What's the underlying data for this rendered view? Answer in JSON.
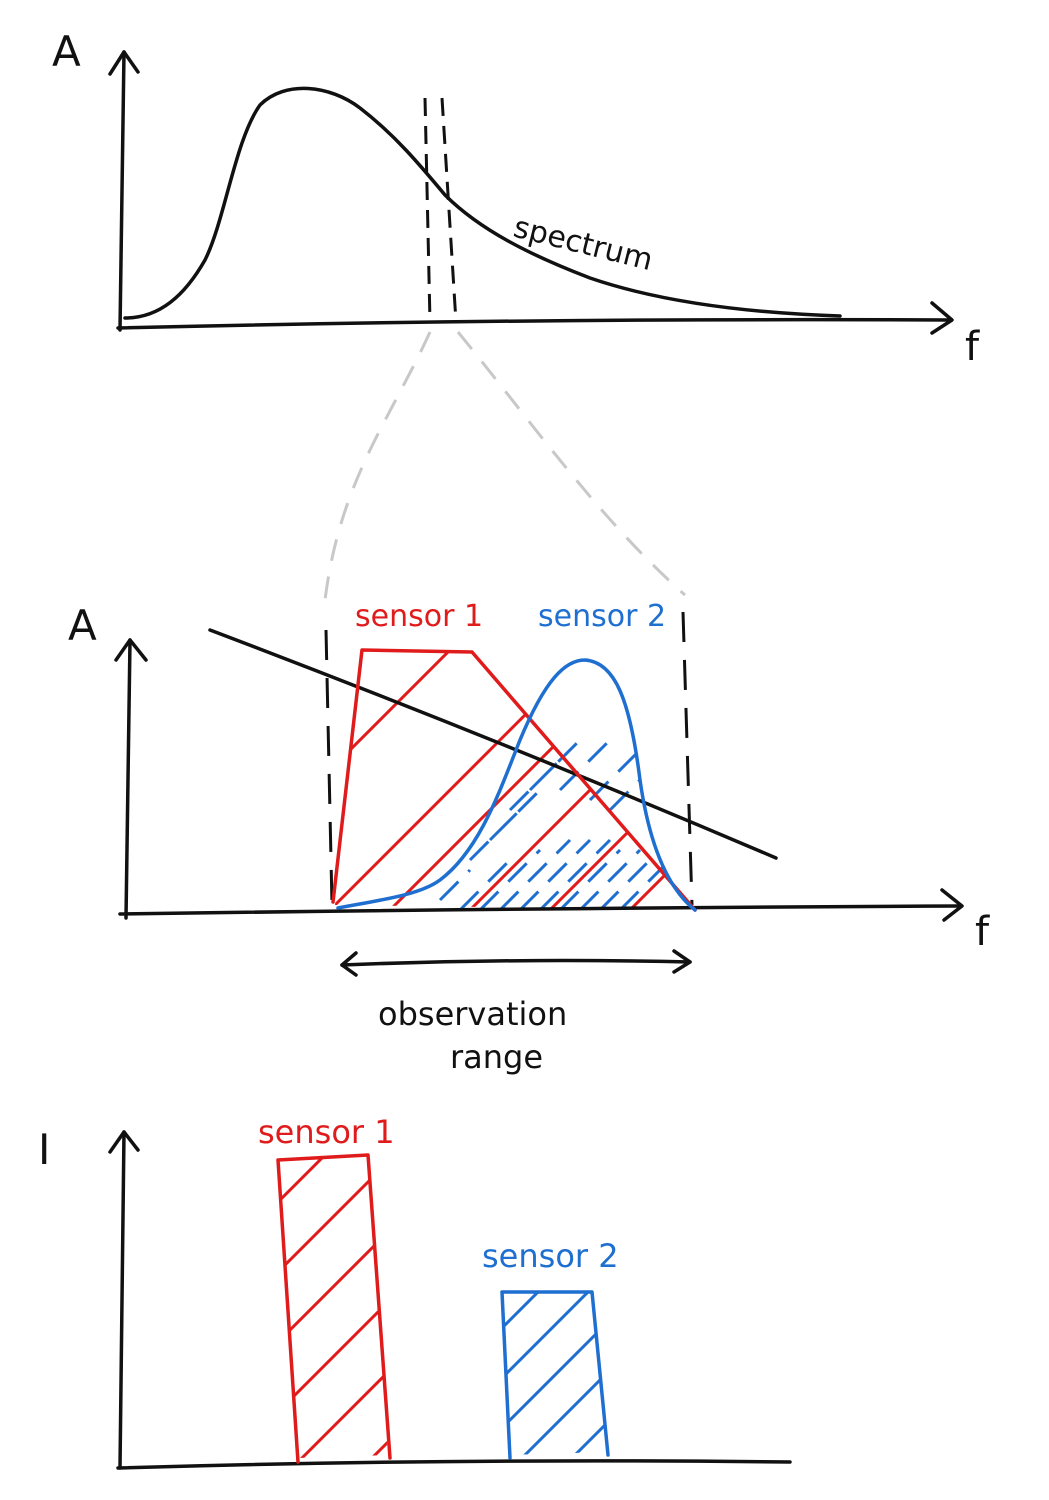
{
  "panel_top": {
    "y_axis_label": "A",
    "x_axis_label": "f",
    "curve_label": "spectrum"
  },
  "panel_middle": {
    "y_axis_label": "A",
    "x_axis_label": "f",
    "sensor1_label": "sensor 1",
    "sensor2_label": "sensor 2",
    "range_label_line1": "observation",
    "range_label_line2": "range"
  },
  "panel_bottom": {
    "y_axis_label": "I",
    "sensor1_label": "sensor 1",
    "sensor2_label": "sensor 2"
  },
  "colors": {
    "ink": "#111111",
    "sensor1": "#e01b1b",
    "sensor2": "#1f6fd0",
    "connector": "#c8c8c8"
  }
}
